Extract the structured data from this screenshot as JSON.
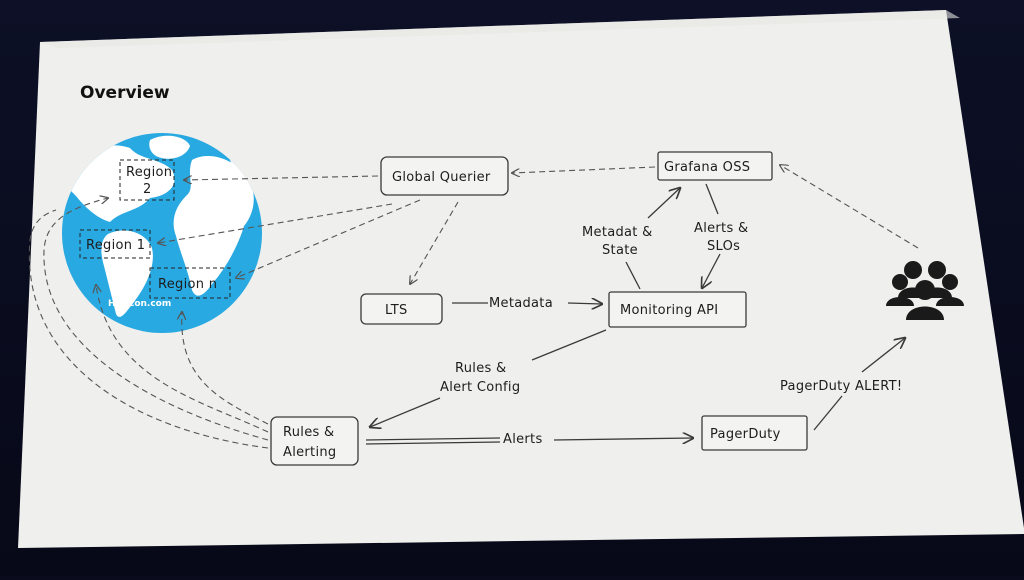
{
  "slide": {
    "title": "Overview"
  },
  "nodes": {
    "global_querier": "Global Querier",
    "grafana": "Grafana OSS",
    "lts": "LTS",
    "monitoring_api": "Monitoring API",
    "rules_alerting_line1": "Rules &",
    "rules_alerting_line2": "Alerting",
    "pagerduty": "PagerDuty"
  },
  "globe": {
    "region_2_line1": "Region",
    "region_2_line2": "2",
    "region_1": "Region 1",
    "region_n": "Region n",
    "watermark": "Haticon.com"
  },
  "edges": {
    "metadata": "Metadata",
    "metadata_state_line1": "Metadat &",
    "metadata_state_line2": "State",
    "alerts_slos_line1": "Alerts &",
    "alerts_slos_line2": "SLOs",
    "rules_config_line1": "Rules &",
    "rules_config_line2": "Alert Config",
    "alerts": "Alerts",
    "pagerduty_alert": "PagerDuty ALERT!"
  },
  "icons": {
    "globe": "globe-icon",
    "users": "users-group-icon"
  },
  "colors": {
    "slide_bg": "#efefed",
    "globe_ocean": "#29a9e1",
    "globe_land": "#ffffff",
    "ink": "#1d1d1d",
    "users_icon": "#1a1a1a"
  }
}
